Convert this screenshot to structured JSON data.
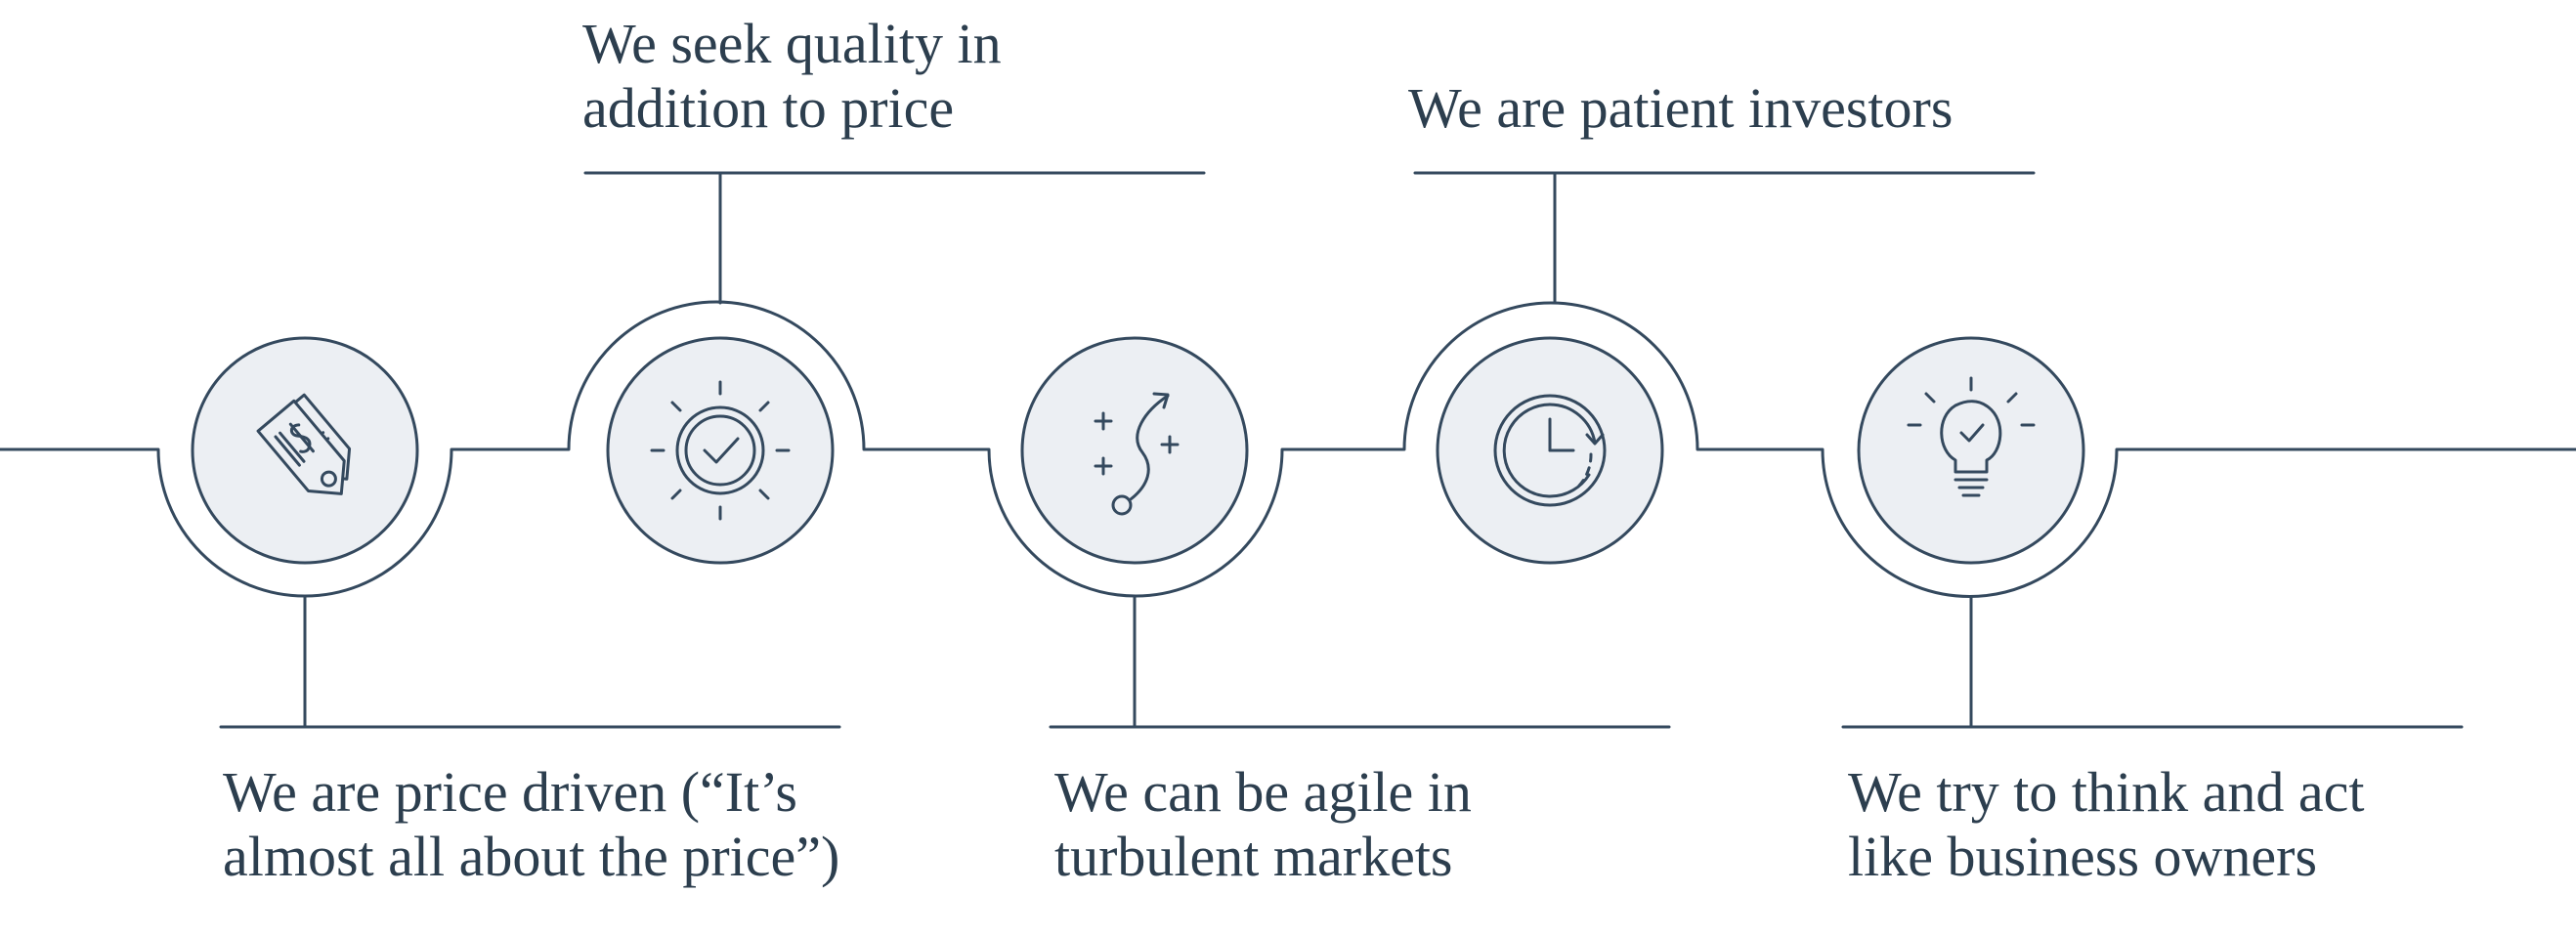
{
  "colors": {
    "stroke": "#34495e",
    "node_fill": "#eceff3",
    "text": "#2c3e4e",
    "background": "#ffffff"
  },
  "nodes": [
    {
      "id": "price-driven",
      "icon": "price-tag-icon",
      "position": "below",
      "label_lines": [
        "We are price driven (“It’s",
        "almost all about the price”)"
      ]
    },
    {
      "id": "quality",
      "icon": "quality-check-badge-icon",
      "position": "above",
      "label_lines": [
        "We seek quality in",
        "addition to price"
      ]
    },
    {
      "id": "agile",
      "icon": "strategy-path-icon",
      "position": "below",
      "label_lines": [
        "We can be agile in",
        "turbulent markets"
      ]
    },
    {
      "id": "patient",
      "icon": "clock-icon",
      "position": "above",
      "label_lines": [
        "We are patient investors"
      ]
    },
    {
      "id": "owners",
      "icon": "lightbulb-icon",
      "position": "below",
      "label_lines": [
        "We try to think and act",
        "like business owners"
      ]
    }
  ]
}
